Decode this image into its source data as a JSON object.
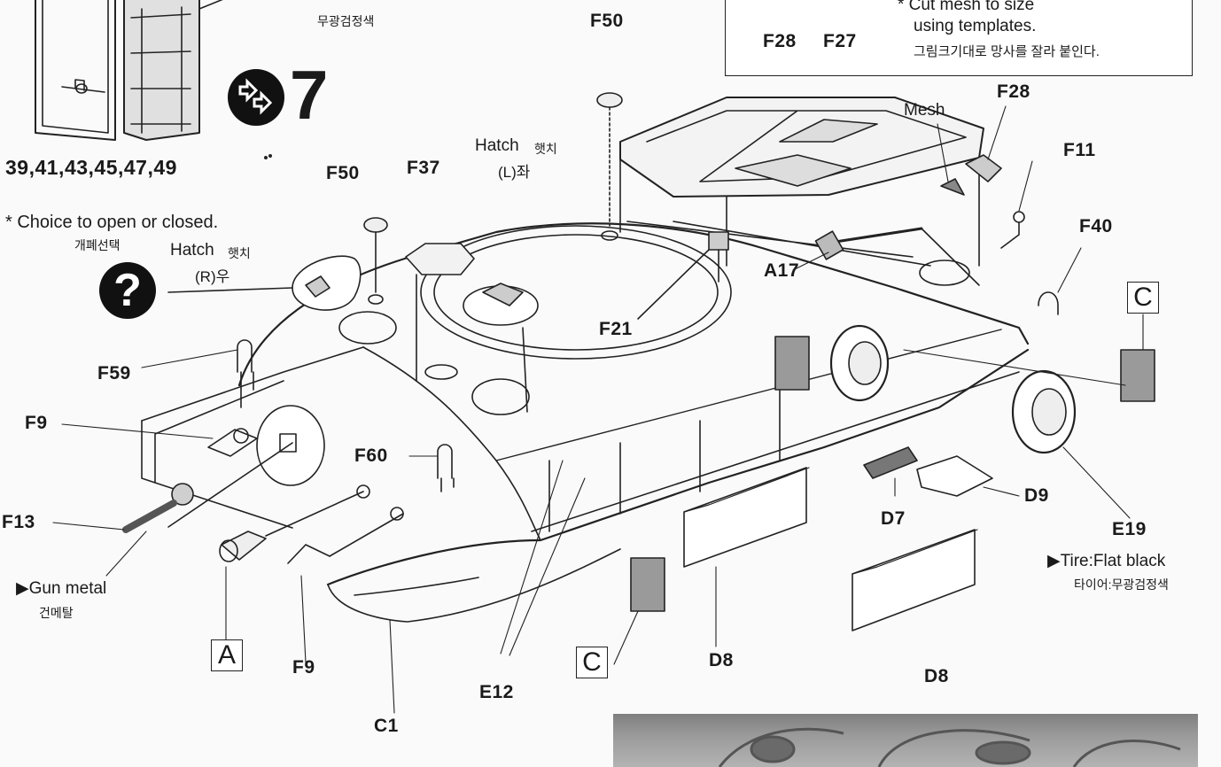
{
  "previous_step": {
    "color_note_ko": "무광검정색",
    "part_numbers": "39,41,43,45,47,49",
    "next_step_number": "7"
  },
  "note_box": {
    "line1": "* Cut mesh to size",
    "line2": "using templates.",
    "line3_ko": "그림크기대로 망사를 잘라 붙인다.",
    "template_labels": [
      "F28",
      "F27"
    ]
  },
  "options": {
    "choice_note": "* Choice to open or closed.",
    "choice_note_ko": "개폐선택",
    "question_mark": "?",
    "hatch_right": "Hatch",
    "hatch_right_ko": "햇치",
    "hatch_right_side": "(R)우",
    "hatch_left": "Hatch",
    "hatch_left_ko": "햇치",
    "hatch_left_side": "(L)좌"
  },
  "paint_notes": {
    "gun_metal": "▶Gun metal",
    "gun_metal_ko": "건메탈",
    "tire": "▶Tire:Flat black",
    "tire_ko": "타이어:무광검정색"
  },
  "part_labels": {
    "f50_top": "F50",
    "f50_left": "F50",
    "f37": "F37",
    "f59": "F59",
    "f9_upper": "F9",
    "f9_lower": "F9",
    "f13": "F13",
    "f60": "F60",
    "f21": "F21",
    "a17": "A17",
    "mesh": "Mesh",
    "f28": "F28",
    "f11": "F11",
    "f40": "F40",
    "d7": "D7",
    "d9": "D9",
    "e19": "E19",
    "d8_center": "D8",
    "d8_right": "D8",
    "e12": "E12",
    "c1": "C1"
  },
  "subassembly_refs": {
    "a": "A",
    "c_mid": "C",
    "c_right": "C"
  }
}
